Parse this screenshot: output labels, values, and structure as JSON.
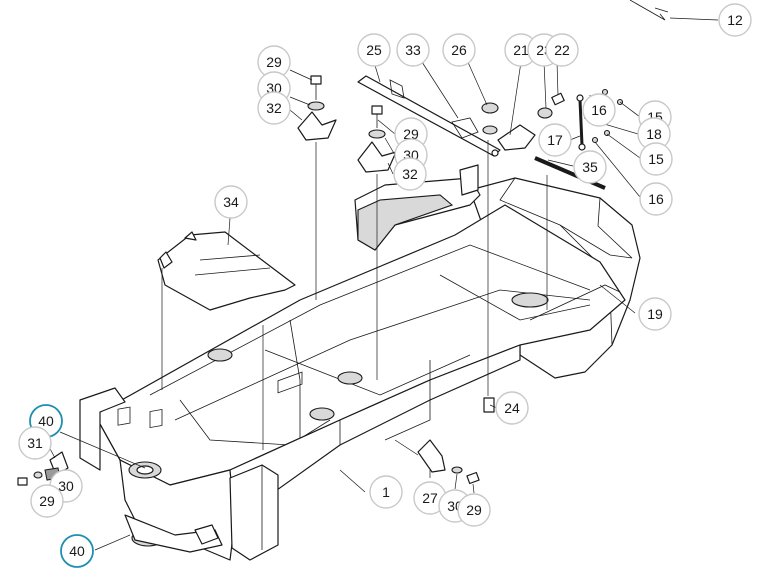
{
  "callouts": [
    {
      "id": "c12",
      "label": "12"
    },
    {
      "id": "c29a",
      "label": "29"
    },
    {
      "id": "c30a",
      "label": "30"
    },
    {
      "id": "c32a",
      "label": "32"
    },
    {
      "id": "c25",
      "label": "25"
    },
    {
      "id": "c33",
      "label": "33"
    },
    {
      "id": "c26",
      "label": "26"
    },
    {
      "id": "c21",
      "label": "21"
    },
    {
      "id": "c23",
      "label": "23"
    },
    {
      "id": "c22",
      "label": "22"
    },
    {
      "id": "c16a",
      "label": "16"
    },
    {
      "id": "c15a",
      "label": "15"
    },
    {
      "id": "c18",
      "label": "18"
    },
    {
      "id": "c17",
      "label": "17"
    },
    {
      "id": "c15b",
      "label": "15"
    },
    {
      "id": "c16b",
      "label": "16"
    },
    {
      "id": "c29b",
      "label": "29"
    },
    {
      "id": "c30b",
      "label": "30"
    },
    {
      "id": "c32b",
      "label": "32"
    },
    {
      "id": "c35",
      "label": "35"
    },
    {
      "id": "c34",
      "label": "34"
    },
    {
      "id": "c19",
      "label": "19"
    },
    {
      "id": "c24",
      "label": "24"
    },
    {
      "id": "c40a",
      "label": "40"
    },
    {
      "id": "c31",
      "label": "31"
    },
    {
      "id": "c30c",
      "label": "30"
    },
    {
      "id": "c29c",
      "label": "29"
    },
    {
      "id": "c1",
      "label": "1"
    },
    {
      "id": "c27",
      "label": "27"
    },
    {
      "id": "c30d",
      "label": "30"
    },
    {
      "id": "c29d",
      "label": "29"
    },
    {
      "id": "c40b",
      "label": "40"
    }
  ],
  "highlight_color": "#1f8fb0"
}
